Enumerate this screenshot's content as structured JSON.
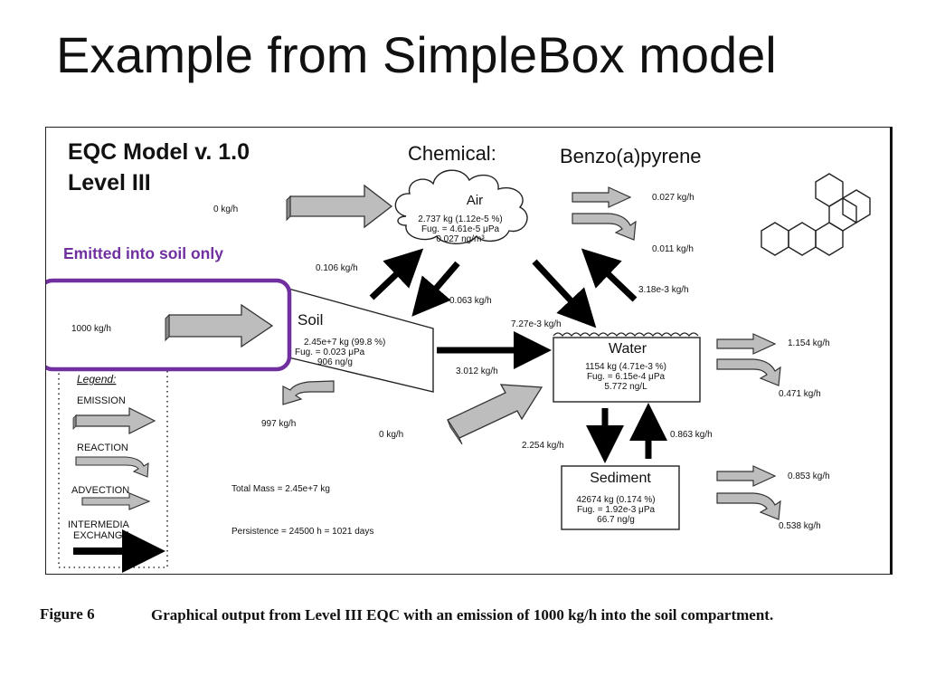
{
  "slide": {
    "title": "Example from SimpleBox model"
  },
  "figure": {
    "heading_line1": "EQC Model v. 1.0",
    "heading_line2": "Level III",
    "chemical_label": "Chemical:",
    "chemical_name": "Benzo(a)pyrene",
    "annotation": "Emitted into soil only",
    "colors": {
      "annotation": "#7030a0",
      "arrow_fill": "#bdbdbd",
      "arrow_stroke": "#333333",
      "flow_arrow": "#000000"
    },
    "air": {
      "name": "Air",
      "mass": "2.737 kg (1.12e-5 %)",
      "fugacity": "Fug. = 4.61e-5 μPa",
      "concentration": "0.027 ng/m³",
      "emission": "0 kg/h",
      "advection_out": "0.027 kg/h",
      "reaction": "0.011 kg/h",
      "to_soil": "0.106 kg/h",
      "to_water": "7.27e-3 kg/h"
    },
    "soil": {
      "name": "Soil",
      "mass": "2.45e+7 kg (99.8 %)",
      "fugacity": "Fug. = 0.023 μPa",
      "concentration": "906 ng/g",
      "emission": "1000 kg/h",
      "reaction": "997 kg/h",
      "to_air": "0.063 kg/h",
      "to_water": "3.012 kg/h"
    },
    "water": {
      "name": "Water",
      "mass": "1154 kg (4.71e-3 %)",
      "fugacity": "Fug. = 6.15e-4 μPa",
      "concentration": "5.772 ng/L",
      "emission": "0 kg/h",
      "to_air": "3.18e-3 kg/h",
      "advection_out": "1.154 kg/h",
      "reaction": "0.471 kg/h",
      "to_sediment": "2.254 kg/h"
    },
    "sediment": {
      "name": "Sediment",
      "mass": "42674 kg (0.174 %)",
      "fugacity": "Fug. = 1.92e-3 μPa",
      "concentration": "66.7 ng/g",
      "to_water": "0.863 kg/h",
      "advection_out": "0.853 kg/h",
      "reaction": "0.538 kg/h"
    },
    "legend": {
      "title": "Legend:",
      "emission": "EMISSION",
      "reaction": "REACTION",
      "advection": "ADVECTION",
      "intermedia_line1": "INTERMEDIA",
      "intermedia_line2": "EXCHANGE"
    },
    "total_mass": "Total Mass  =  2.45e+7 kg",
    "persistence": "Persistence  =  24500 h  =  1021 days"
  },
  "caption": {
    "number": "Figure 6",
    "text": "Graphical output from Level III EQC with an emission of 1000 kg/h into the soil compartment."
  }
}
